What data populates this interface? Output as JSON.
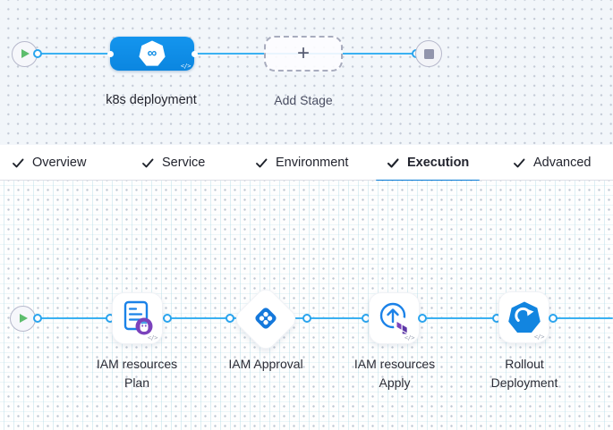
{
  "stage_pipeline": {
    "stage_label": "k8s deployment",
    "add_stage_label": "Add Stage",
    "plus_glyph": "+",
    "infinity_glyph": "∞",
    "code_glyph": "</>"
  },
  "tabs": [
    {
      "label": "Overview",
      "active": false
    },
    {
      "label": "Service",
      "active": false
    },
    {
      "label": "Environment",
      "active": false
    },
    {
      "label": "Execution",
      "active": true
    },
    {
      "label": "Advanced",
      "active": false
    }
  ],
  "execution": {
    "code_glyph": "</>",
    "steps": [
      {
        "line1": "IAM resources",
        "line2": "Plan",
        "icon": "terraform-plan-document-icon"
      },
      {
        "line1": "IAM Approval",
        "line2": "",
        "icon": "approval-diamond-icon"
      },
      {
        "line1": "IAM resources",
        "line2": "Apply",
        "icon": "terraform-apply-arrow-icon"
      },
      {
        "line1": "Rollout",
        "line2": "Deployment",
        "icon": "rollout-hexagon-refresh-icon"
      }
    ]
  },
  "icons": {
    "stage": "infinity-heptagon-icon",
    "start": "play-icon",
    "end": "stop-icon",
    "tab_check": "checkmark-icon"
  },
  "colors": {
    "stage_blue": "#0d8ce5",
    "connector_blue": "#3ab1f2",
    "tab_underline": "#0278d5",
    "play_green": "#5dbd6d",
    "stop_gray": "#9295ac",
    "terraform_purple": "#7b42bc",
    "canvas_top_bg": "#f2f6fa",
    "canvas_bottom_bg": "#fefefe"
  }
}
